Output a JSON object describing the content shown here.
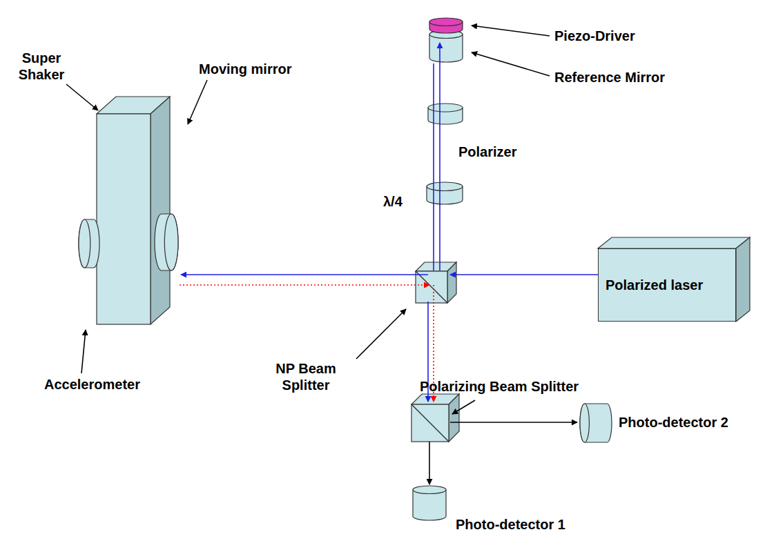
{
  "diagram": {
    "nodes": [
      {
        "text": [
          "Polarized laser"
        ]
      }
    ],
    "labels": [
      "Piezo-Driver",
      "Reference Mirror",
      "Polarizer",
      "λ/4",
      "Super Shaker",
      "Moving mirror",
      "Accelerometer",
      "NP Beam Splitter",
      "Polarizing Beam Splitter",
      "Photo-detector 2",
      "Photo-detector 1"
    ]
  }
}
